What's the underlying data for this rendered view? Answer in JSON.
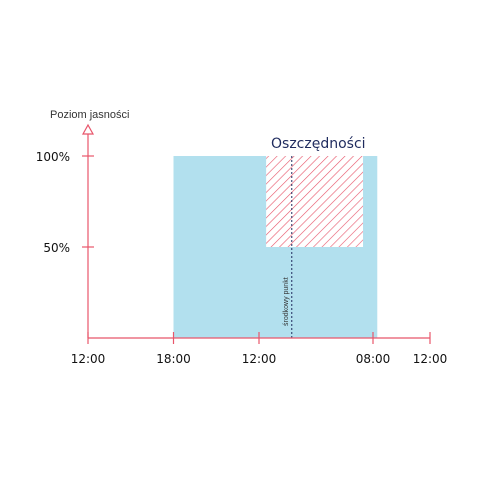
{
  "chart_data": {
    "type": "area",
    "ylabel": "Poziom jasności",
    "y_ticks": [
      {
        "value": 50,
        "label": "50%"
      },
      {
        "value": 100,
        "label": "100%"
      }
    ],
    "ylim": [
      0,
      100
    ],
    "x_ticks": [
      {
        "t": 0,
        "label": "12:00"
      },
      {
        "t": 6,
        "label": "18:00"
      },
      {
        "t": 12,
        "label": "12:00"
      },
      {
        "t": 20,
        "label": "08:00"
      },
      {
        "t": 24,
        "label": "12:00"
      }
    ],
    "xlim": [
      0,
      24
    ],
    "regions": [
      {
        "name": "full",
        "x_start": 6,
        "x_end": 20.3,
        "y_start": 0,
        "y_end": 100,
        "fill": "#b2e0ee",
        "pattern": "solid"
      },
      {
        "name": "savings",
        "x_start": 12.5,
        "x_end": 19.3,
        "y_start": 50,
        "y_end": 100,
        "fill": "#ffffff",
        "pattern": "hatch",
        "stroke": "#e8566b"
      }
    ],
    "annotation": {
      "text": "Oszczędności"
    },
    "midpoint": {
      "t": 14.3,
      "label": "środkowy punkt"
    },
    "colors": {
      "axis": "#e8566b",
      "area": "#b2e0ee",
      "hatch": "#e8566b",
      "annotation": "#1f2b5e",
      "midpoint_line": "#1f2b5e"
    }
  }
}
